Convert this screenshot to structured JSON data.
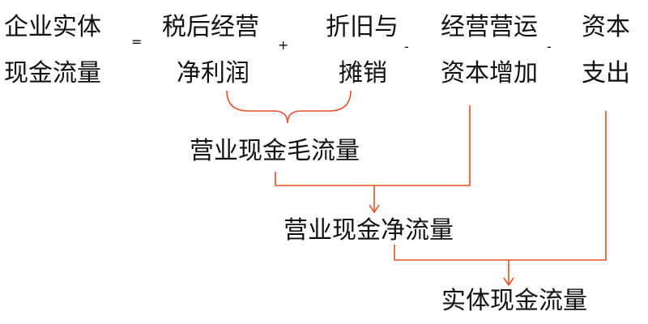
{
  "terms": {
    "entity_cf": [
      "企业实体",
      "现金流量"
    ],
    "nopat": [
      "税后经营",
      "净利润"
    ],
    "depreciation": [
      "折旧与",
      "摊销"
    ],
    "working_capital": [
      "经营营运",
      "资本增加"
    ],
    "capex": [
      "资本",
      "支出"
    ]
  },
  "operators": {
    "equals": "=",
    "plus": "+",
    "minus1": "-",
    "minus2": "-"
  },
  "results": {
    "gross_operating_cf": "营业现金毛流量",
    "net_operating_cf": "营业现金净流量",
    "entity_cf": "实体现金流量"
  },
  "colors": {
    "connector": "#e8502a"
  }
}
